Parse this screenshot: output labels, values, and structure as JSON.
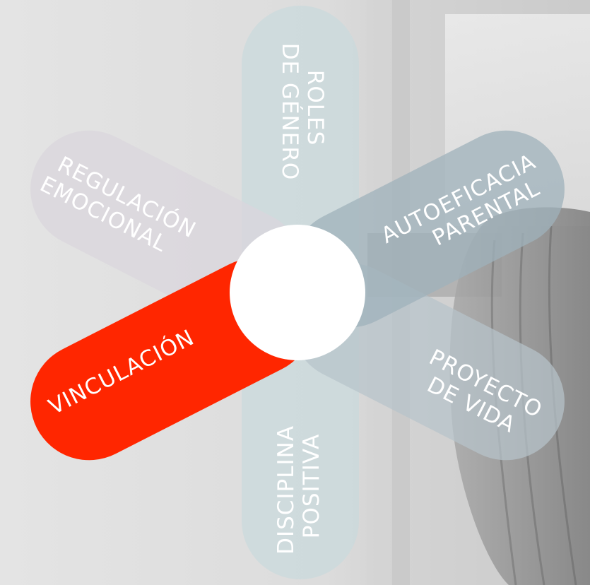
{
  "diagram": {
    "center_color": "#ffffff",
    "petals": [
      {
        "id": "roles",
        "lines": [
          "ROLES",
          "DE GÉNERO"
        ],
        "color": "#c9d9dc",
        "text_color": "#ffffff",
        "active": false
      },
      {
        "id": "regulacion",
        "lines": [
          "REGULACIÓN",
          "EMOCIONAL"
        ],
        "color": "#d9d5dc",
        "text_color": "#ffffff",
        "active": false
      },
      {
        "id": "autoeficacia",
        "lines": [
          "AUTOEFICACIA",
          "PARENTAL"
        ],
        "color": "#9fb1bb",
        "text_color": "#ffffff",
        "active": false
      },
      {
        "id": "vinculacion",
        "lines": [
          "VINCULACIÓN"
        ],
        "color": "#ff2600",
        "text_color": "#ffffff",
        "active": true
      },
      {
        "id": "proyecto",
        "lines": [
          "PROYECTO",
          "DE VIDA"
        ],
        "color": "#b7c4cb",
        "text_color": "#ffffff",
        "active": false
      },
      {
        "id": "disciplina",
        "lines": [
          "DISCIPLINA",
          "POSITIVA"
        ],
        "color": "#c9d9dc",
        "text_color": "#ffffff",
        "active": false
      }
    ]
  }
}
